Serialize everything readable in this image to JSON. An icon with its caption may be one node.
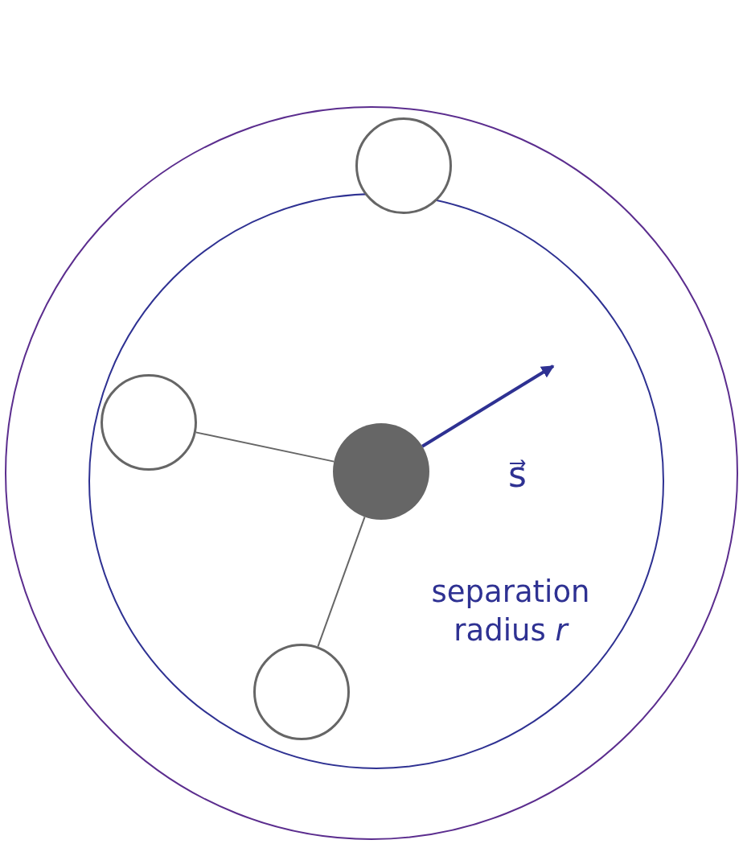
{
  "diagram": {
    "nodes": [
      {
        "text": [],
        "shape": "circle"
      },
      {
        "text": [],
        "shape": "circle",
        "in": 0
      },
      {
        "text": [],
        "shape": "circle",
        "in": 0
      },
      {
        "text": [],
        "shape": "circle",
        "in": 1
      },
      {
        "text": [],
        "shape": "circle",
        "in": 1
      },
      {
        "text": [],
        "shape": "circle",
        "in": 1
      }
    ],
    "edges": [
      {
        "from": 4,
        "to": 3,
        "arrow": "none"
      },
      {
        "from": 4,
        "to": 5,
        "arrow": "none"
      },
      {
        "from": 4,
        "to": null,
        "arrow": "to",
        "label": "s⃗",
        "color": "#2e3192",
        "style": "thick"
      }
    ],
    "labels": [
      "separation radius *r*"
    ]
  }
}
